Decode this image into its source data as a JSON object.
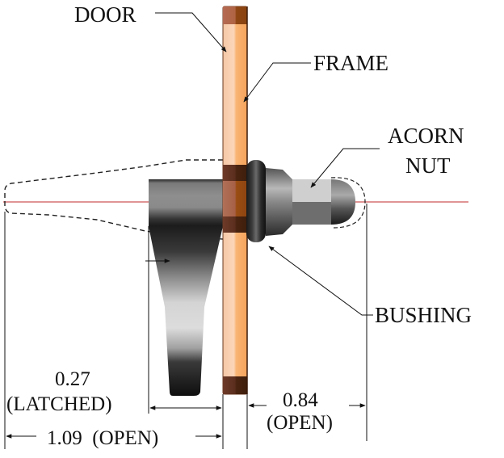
{
  "diagram": {
    "type": "mechanical-cross-section",
    "subject": "cam latch assembly through door and frame",
    "labels": {
      "door": "DOOR",
      "frame": "FRAME",
      "acorn_nut_line1": "ACORN",
      "acorn_nut_line2": "NUT",
      "bushing": "BUSHING"
    },
    "dimensions": {
      "latched_value": "0.27",
      "latched_state": "(LATCHED)",
      "open_left": "1.09  (OPEN)",
      "open_right_value": "0.84",
      "open_right_state": "(OPEN)"
    },
    "colors": {
      "door_light": "#fcd3b4",
      "frame_orange": "#f7a95e",
      "bushing_dark": "#5a3020",
      "centerline": "#c0282a",
      "latch_dark": "#1e1e1e",
      "latch_light": "#d8d8d8"
    }
  }
}
